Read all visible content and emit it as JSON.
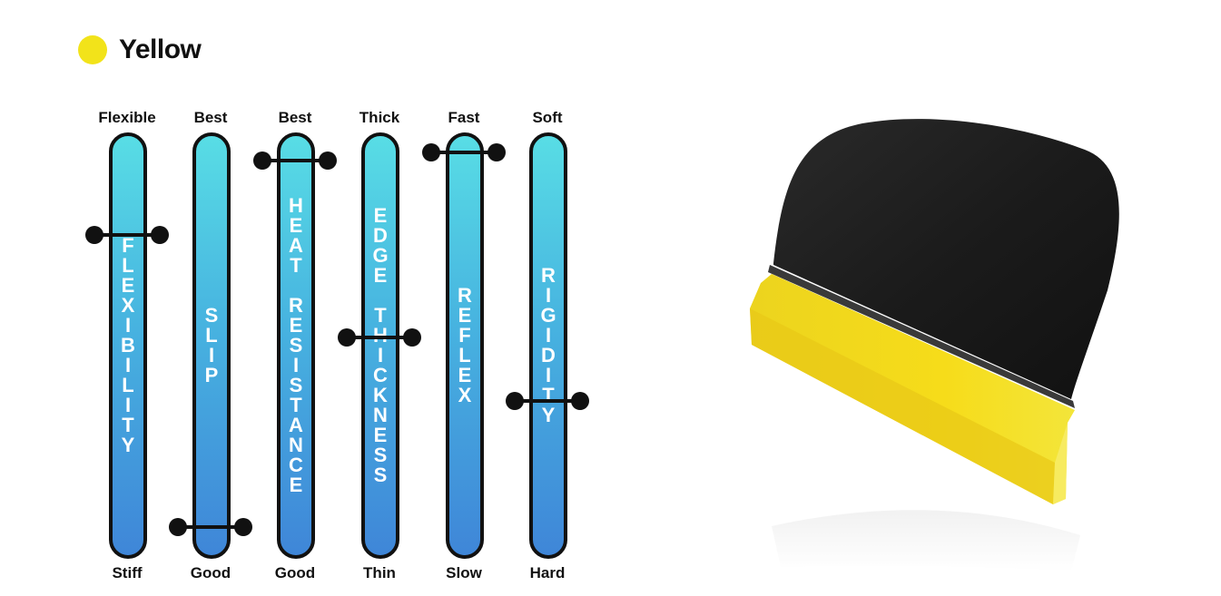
{
  "header": {
    "title": "Yellow",
    "dot_color": "#f2e31a"
  },
  "meters": [
    {
      "top": "Flexible",
      "bottom": "Stiff",
      "label": "FLEXIBILITY",
      "level": 0.78
    },
    {
      "top": "Best",
      "bottom": "Good",
      "label": "SLIP",
      "level": 0.04
    },
    {
      "top": "Best",
      "bottom": "Good",
      "label": "HEAT RESISTANCE",
      "level": 0.97
    },
    {
      "top": "Thick",
      "bottom": "Thin",
      "label": "EDGE THICKNESS",
      "level": 0.52
    },
    {
      "top": "Fast",
      "bottom": "Slow",
      "label": "REFLEX",
      "level": 0.99
    },
    {
      "top": "Soft",
      "bottom": "Hard",
      "label": "RIGIDITY",
      "level": 0.36
    }
  ],
  "product": {
    "icon": "squeegee-image",
    "rubber_color": "#1c1c1c",
    "blade_color": "#f1d41a"
  }
}
